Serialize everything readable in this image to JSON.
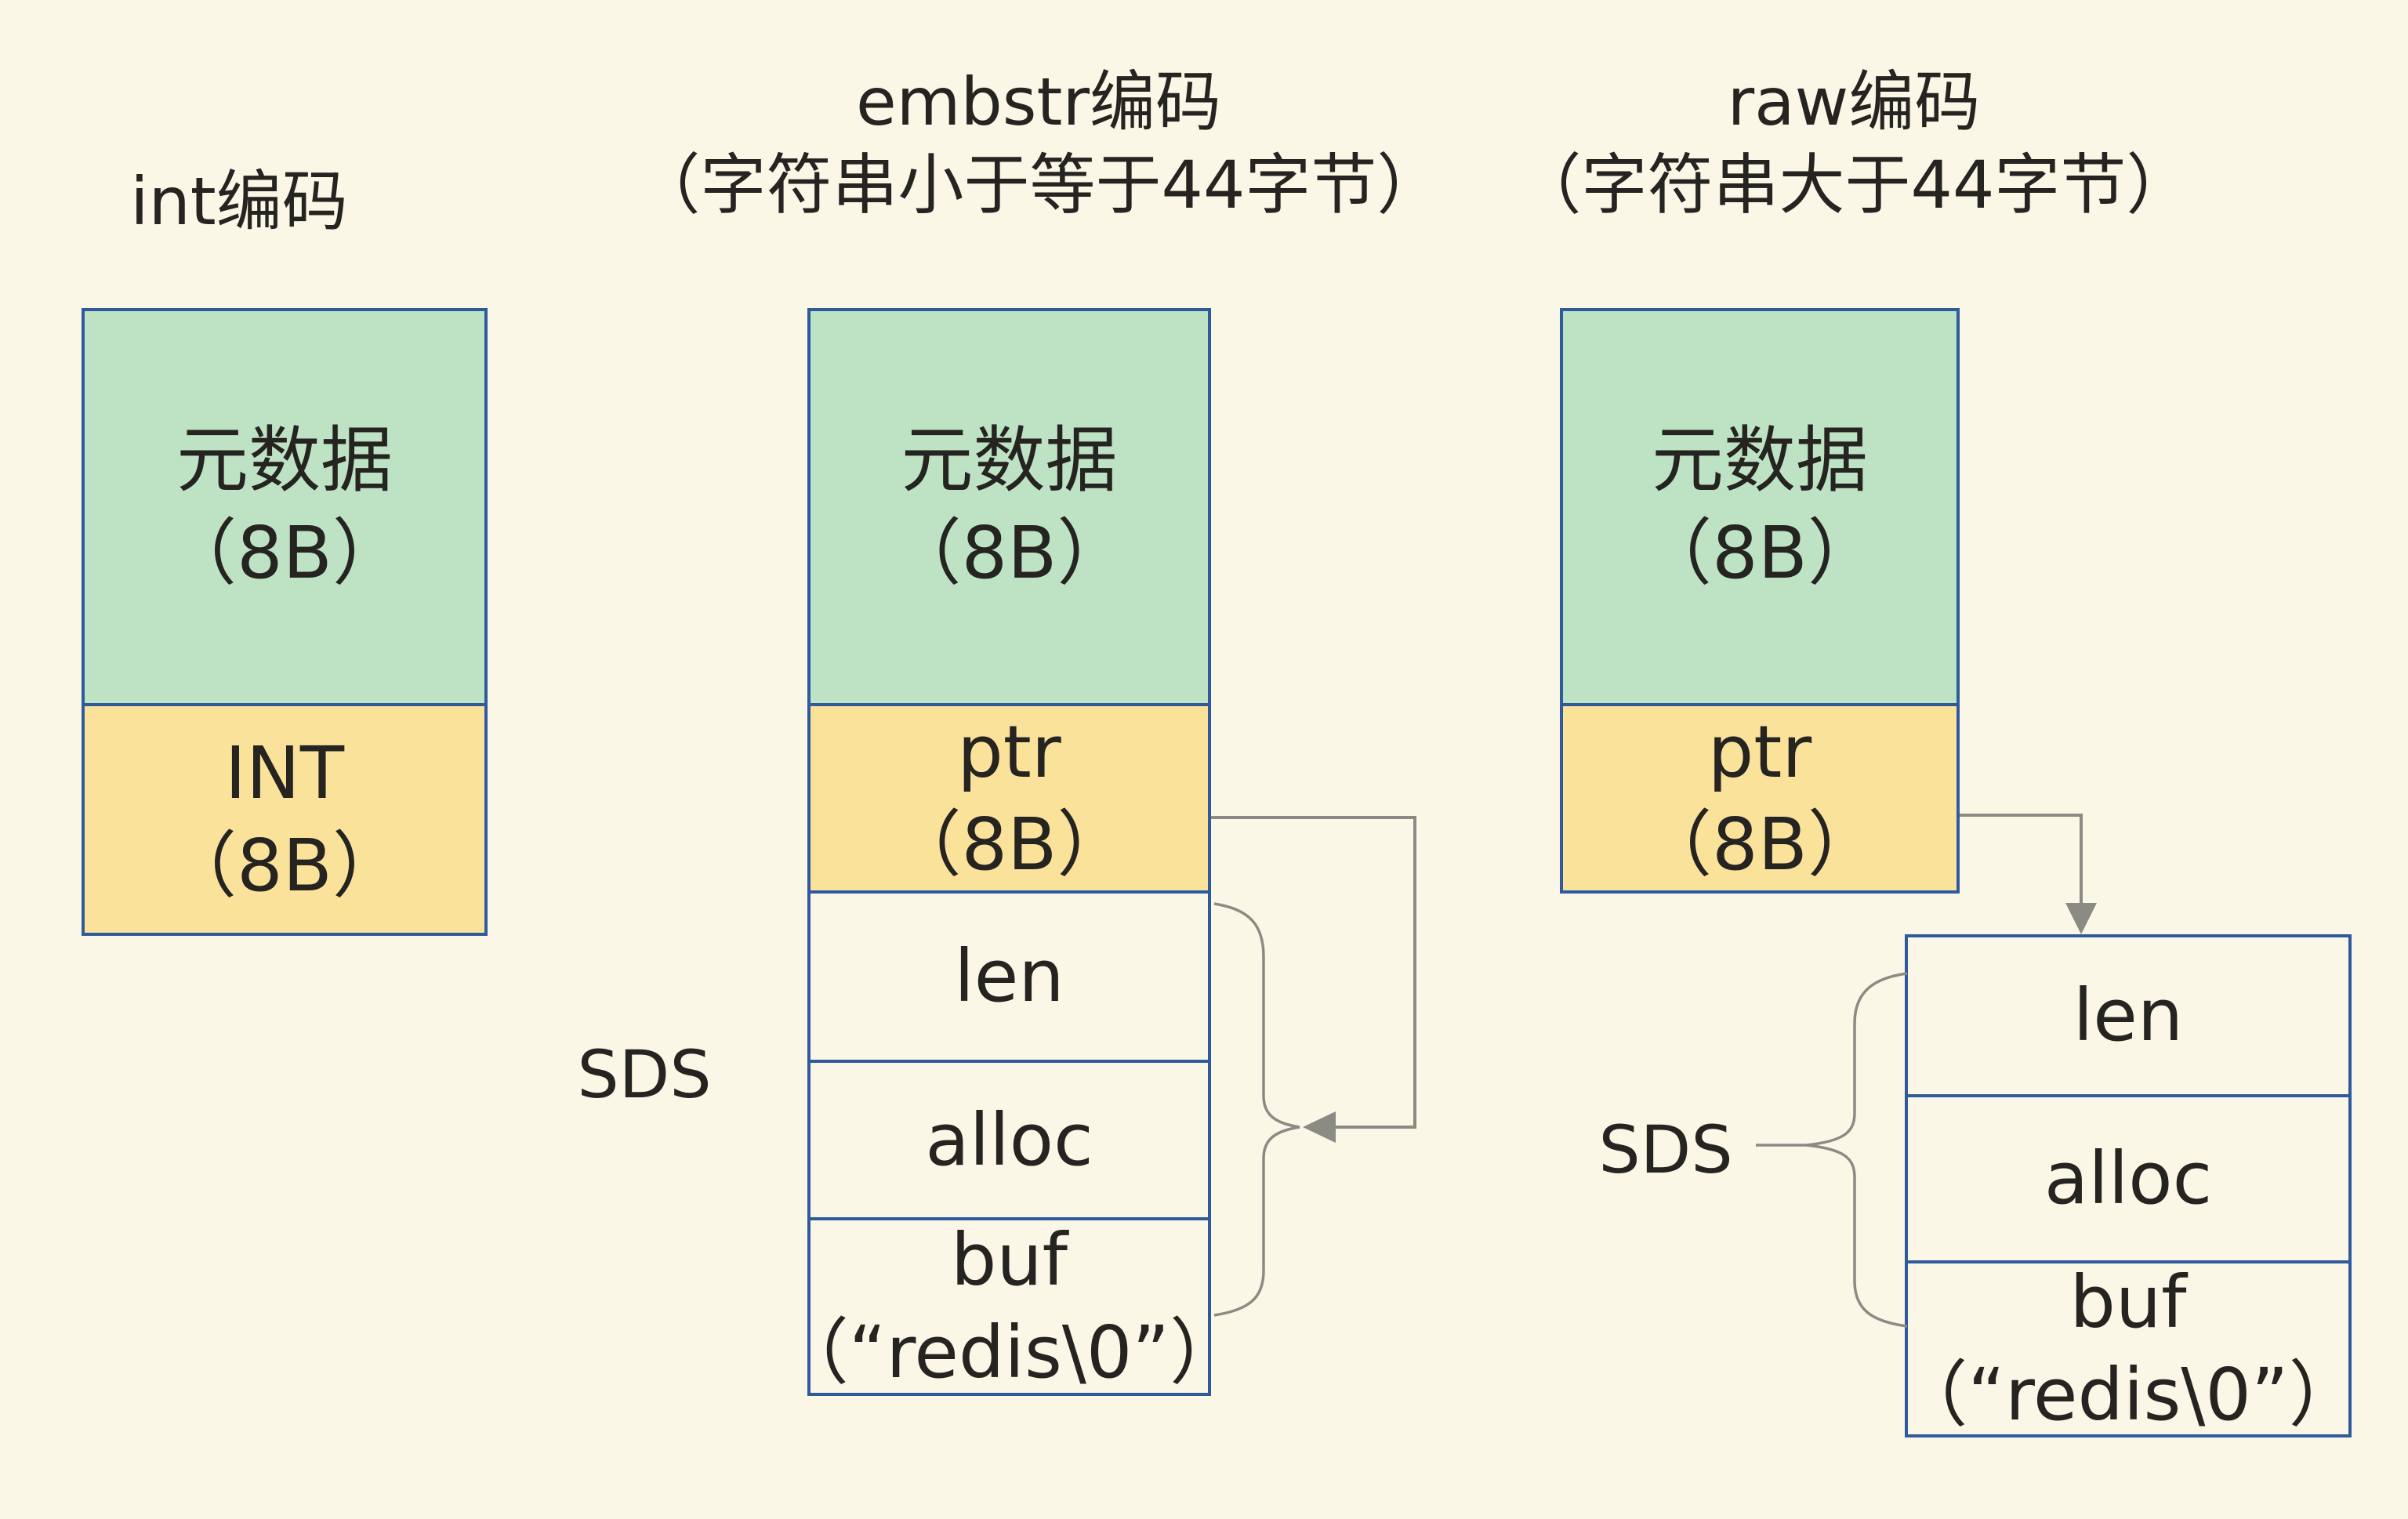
{
  "colors": {
    "background": "#FAF7E6",
    "metadata_fill": "#BDE3C4",
    "pointer_fill": "#FBE29B",
    "box_border": "#2F5B9D",
    "arrow": "#8B8B84",
    "text": "#262420"
  },
  "titles": {
    "int": {
      "line1": "int编码"
    },
    "embstr": {
      "line1": "embstr编码",
      "line2": "（字符串小于等于44字节）"
    },
    "raw": {
      "line1": "raw编码",
      "line2": "（字符串大于44字节）"
    }
  },
  "int_column": {
    "meta_label": "元数据",
    "meta_size": "（8B）",
    "value_label": "INT",
    "value_size": "（8B）"
  },
  "embstr_column": {
    "meta_label": "元数据",
    "meta_size": "（8B）",
    "ptr_label": "ptr",
    "ptr_size": "（8B）",
    "sds_label": "SDS",
    "rows": {
      "len": "len",
      "alloc": "alloc",
      "buf_line1": "buf",
      "buf_line2": "（“redis\\0”）"
    }
  },
  "raw_column": {
    "meta_label": "元数据",
    "meta_size": "（8B）",
    "ptr_label": "ptr",
    "ptr_size": "（8B）",
    "sds_label": "SDS",
    "rows": {
      "len": "len",
      "alloc": "alloc",
      "buf_line1": "buf",
      "buf_line2": "（“redis\\0”）"
    }
  }
}
